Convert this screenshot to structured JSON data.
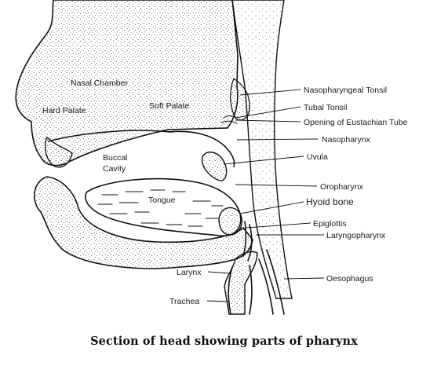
{
  "labels": {
    "nasal_chamber": "Nasal Chamber",
    "hard_palate": "Hard Palate",
    "soft_palate": "Soft Palate",
    "buccal_cavity_line1": "Buccal",
    "buccal_cavity_line2": "Cavity",
    "tongue": "Tongue",
    "nasopharyngeal_tonsil": "Nasopharyngeal Tonsil",
    "tubal_tonsil": "Tubal Tonsil",
    "eustachian_tube": "Opening of Eustachian Tube",
    "nasopharynx": "Nasopharynx",
    "uvula": "Uvula",
    "oropharynx": "Oropharynx",
    "hyoid_bone": "Hyoid bone",
    "epiglottis": "Epiglottis",
    "laryngopharynx": "Laryngopharynx",
    "larynx": "Larynx",
    "oesophagus": "Oesophagus",
    "trachea": "Trachea"
  },
  "caption": "Section of head showing parts of pharynx"
}
